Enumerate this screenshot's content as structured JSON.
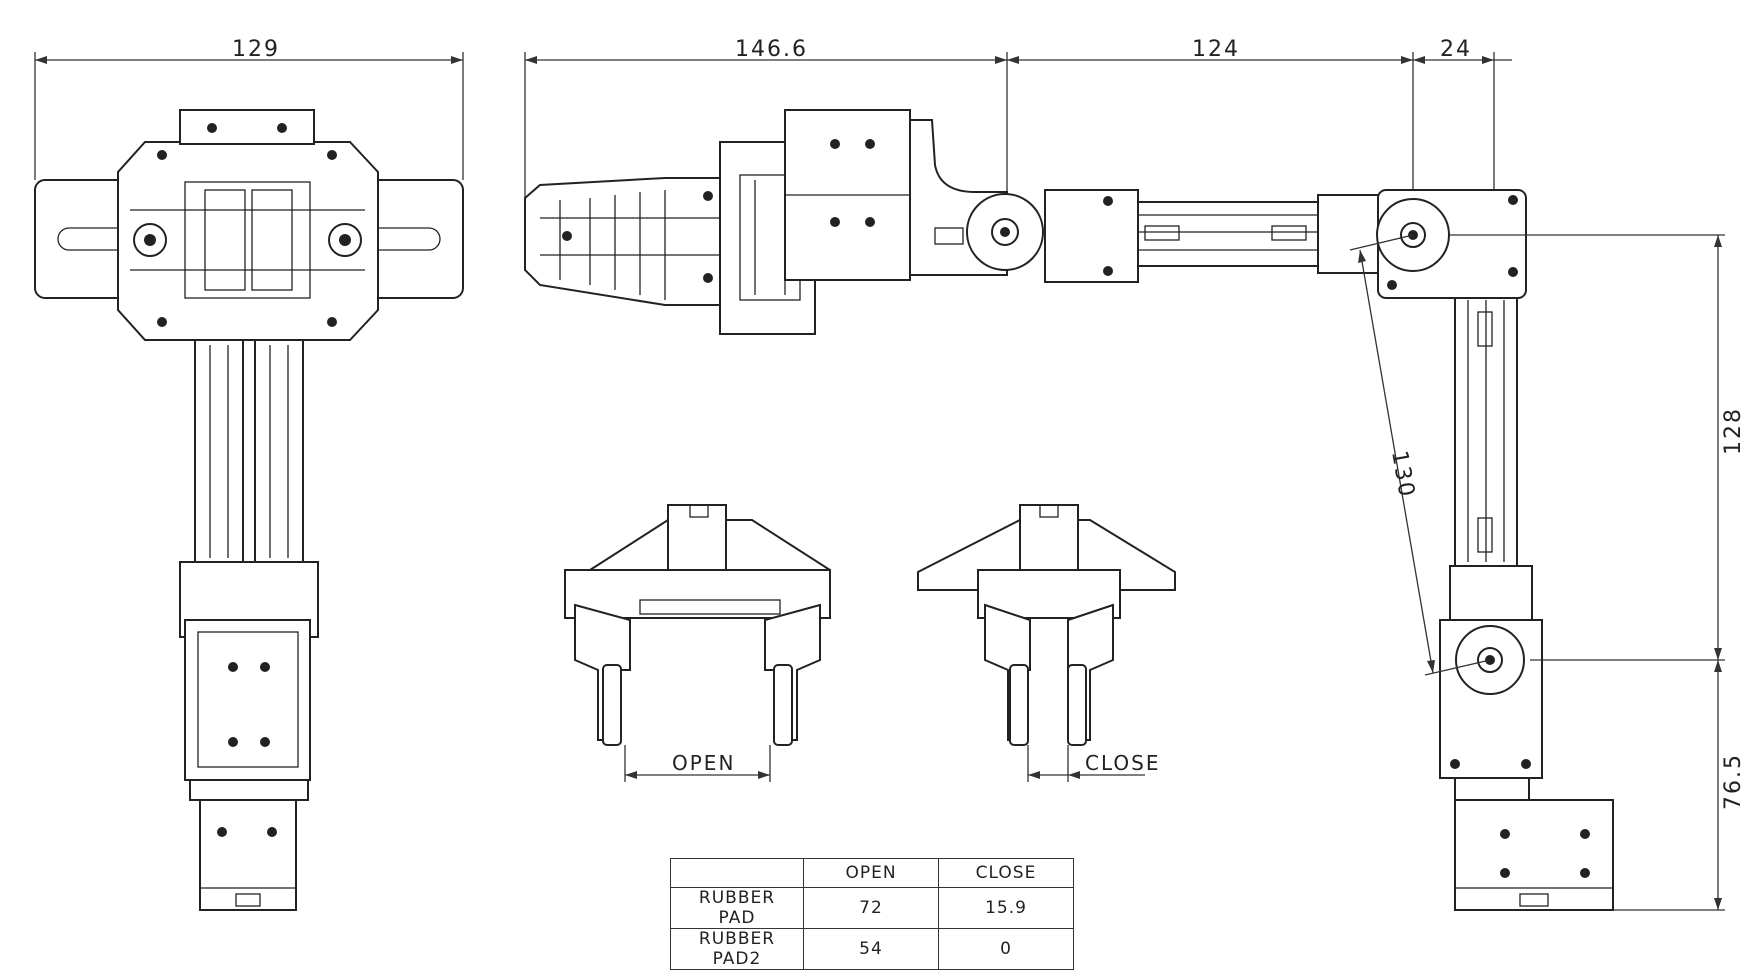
{
  "dimensions": {
    "top_view_width": "129",
    "gripper_length": "146.6",
    "upper_link": "124",
    "wrist_offset": "24",
    "diagonal_reach": "130",
    "vertical_link": "128",
    "base_height": "76.5"
  },
  "gripper_views": {
    "open_label": "OPEN",
    "close_label": "CLOSE"
  },
  "table": {
    "headers": [
      "",
      "OPEN",
      "CLOSE"
    ],
    "rows": [
      {
        "name": "RUBBER PAD",
        "open": "72",
        "close": "15.9"
      },
      {
        "name": "RUBBER PAD2",
        "open": "54",
        "close": "0"
      }
    ]
  }
}
